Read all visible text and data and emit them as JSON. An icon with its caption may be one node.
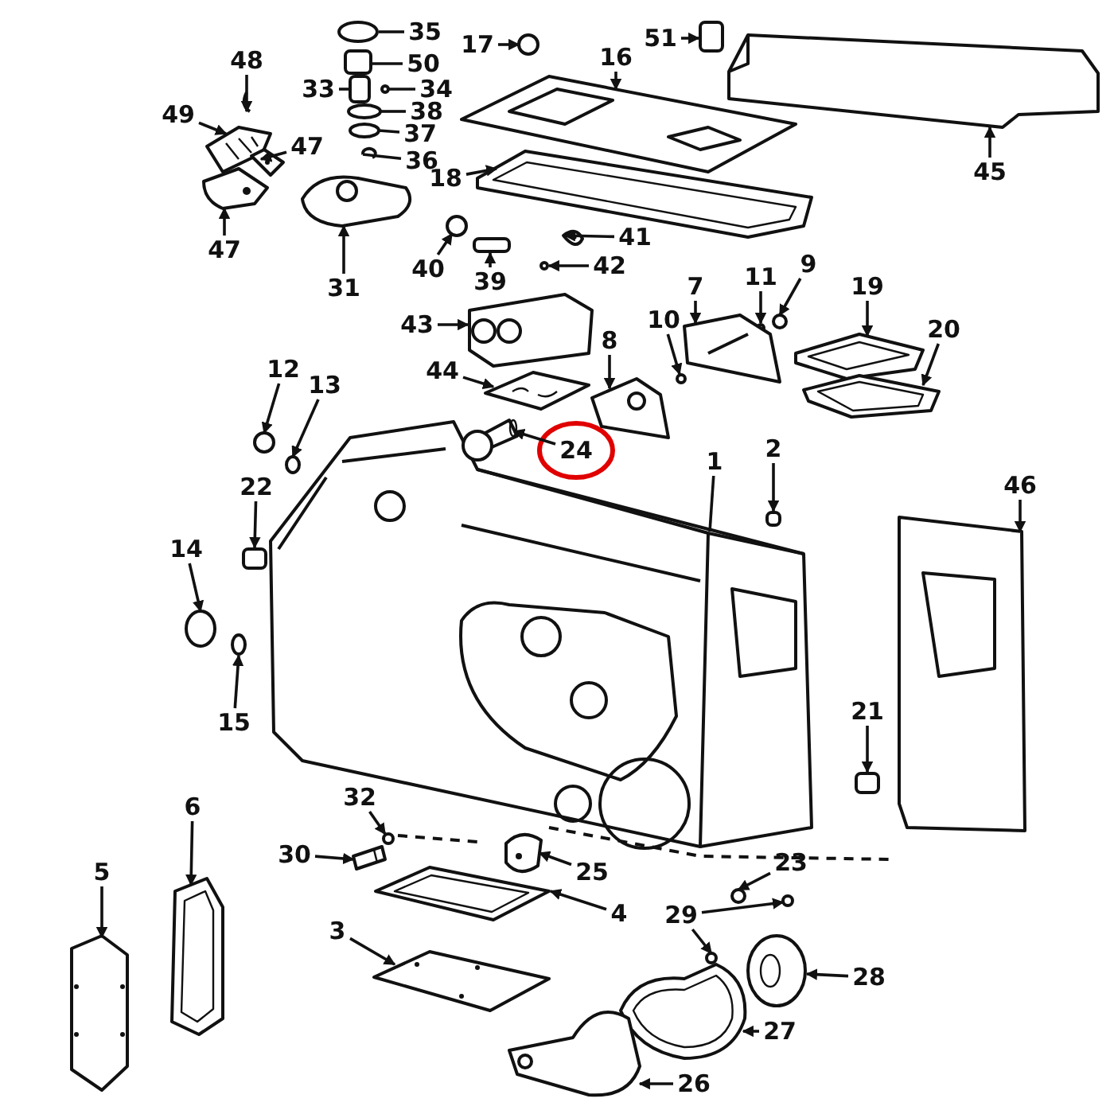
{
  "diagram": {
    "nodes": [
      {
        "text": [
          "35"
        ]
      },
      {
        "text": [
          "17"
        ]
      },
      {
        "text": [
          "51"
        ]
      },
      {
        "text": [
          "16"
        ]
      },
      {
        "text": [
          "50"
        ]
      },
      {
        "text": [
          "48"
        ]
      },
      {
        "text": [
          "33"
        ]
      },
      {
        "text": [
          "34"
        ]
      },
      {
        "text": [
          "49"
        ]
      },
      {
        "text": [
          "38"
        ]
      },
      {
        "text": [
          "37"
        ]
      },
      {
        "text": [
          "47"
        ]
      },
      {
        "text": [
          "36"
        ]
      },
      {
        "text": [
          "18"
        ]
      },
      {
        "text": [
          "45"
        ]
      },
      {
        "text": [
          "47"
        ]
      },
      {
        "text": [
          "41"
        ]
      },
      {
        "text": [
          "42"
        ]
      },
      {
        "text": [
          "40"
        ]
      },
      {
        "text": [
          "39"
        ]
      },
      {
        "text": [
          "31"
        ]
      },
      {
        "text": [
          "9"
        ]
      },
      {
        "text": [
          "11"
        ]
      },
      {
        "text": [
          "7"
        ]
      },
      {
        "text": [
          "19"
        ]
      },
      {
        "text": [
          "10"
        ]
      },
      {
        "text": [
          "43"
        ]
      },
      {
        "text": [
          "8"
        ]
      },
      {
        "text": [
          "20"
        ]
      },
      {
        "text": [
          "44"
        ]
      },
      {
        "text": [
          "12"
        ]
      },
      {
        "text": [
          "13"
        ]
      },
      {
        "text": [
          "24"
        ]
      },
      {
        "text": [
          "2"
        ]
      },
      {
        "text": [
          "1"
        ]
      },
      {
        "text": [
          "22"
        ]
      },
      {
        "text": [
          "46"
        ]
      },
      {
        "text": [
          "14"
        ]
      },
      {
        "text": [
          "21"
        ]
      },
      {
        "text": [
          "15"
        ]
      },
      {
        "text": [
          "32"
        ]
      },
      {
        "text": [
          "6"
        ]
      },
      {
        "text": [
          "30"
        ]
      },
      {
        "text": [
          "25"
        ]
      },
      {
        "text": [
          "23"
        ]
      },
      {
        "text": [
          "5"
        ]
      },
      {
        "text": [
          "4"
        ]
      },
      {
        "text": [
          "29"
        ]
      },
      {
        "text": [
          "3"
        ]
      },
      {
        "text": [
          "28"
        ]
      },
      {
        "text": [
          "27"
        ]
      },
      {
        "text": [
          "26"
        ]
      },
      {
        "text": [],
        "shape": "circle"
      },
      {
        "text": [],
        "shape": "circle"
      },
      {
        "text": [],
        "shape": "box"
      },
      {
        "text": [],
        "shape": "picture"
      },
      {
        "text": [],
        "shape": "box"
      },
      {
        "text": [],
        "shape": "picture"
      },
      {
        "text": [],
        "shape": "box"
      },
      {
        "text": [],
        "shape": "circle"
      },
      {
        "text": [],
        "shape": "picture"
      },
      {
        "text": [],
        "shape": "circle"
      },
      {
        "text": [],
        "shape": "circle"
      },
      {
        "text": [],
        "shape": "picture"
      },
      {
        "text": [],
        "shape": "picture"
      },
      {
        "text": [],
        "shape": "picture"
      },
      {
        "text": [],
        "shape": "picture"
      },
      {
        "text": [],
        "shape": "picture"
      },
      {
        "text": [],
        "shape": "picture"
      },
      {
        "text": [],
        "shape": "circle"
      },
      {
        "text": [],
        "shape": "circle"
      },
      {
        "text": [],
        "shape": "box"
      },
      {
        "text": [],
        "shape": "picture"
      },
      {
        "text": [],
        "shape": "circle"
      },
      {
        "text": [],
        "shape": "circle"
      },
      {
        "text": [],
        "shape": "picture"
      },
      {
        "text": [],
        "shape": "picture"
      },
      {
        "text": [],
        "shape": "circle"
      },
      {
        "text": [],
        "shape": "picture"
      },
      {
        "text": [],
        "shape": "picture"
      },
      {
        "text": [],
        "shape": "picture"
      },
      {
        "text": [],
        "shape": "picture"
      },
      {
        "text": [],
        "shape": "circle"
      },
      {
        "text": [],
        "shape": "circle"
      },
      {
        "text": [],
        "shape": "picture"
      },
      {
        "text": [],
        "shape": "box"
      },
      {
        "text": [],
        "shape": "picture"
      },
      {
        "text": [],
        "shape": "box"
      },
      {
        "text": [],
        "shape": "picture"
      },
      {
        "text": [],
        "shape": "circle"
      },
      {
        "text": [],
        "shape": "box"
      },
      {
        "text": [],
        "shape": "circle"
      },
      {
        "text": [],
        "shape": "circle"
      },
      {
        "text": [],
        "shape": "picture"
      },
      {
        "text": [],
        "shape": "picture"
      },
      {
        "text": [],
        "shape": "picture"
      },
      {
        "text": [],
        "shape": "circle"
      },
      {
        "text": [],
        "shape": "picture"
      },
      {
        "text": [],
        "shape": "picture"
      },
      {
        "text": [],
        "shape": "circle"
      },
      {
        "text": [],
        "shape": "circle"
      },
      {
        "text": [],
        "shape": "picture"
      },
      {
        "text": [],
        "shape": "picture"
      },
      {
        "text": [],
        "shape": "picture"
      },
      {
        "text": [],
        "shape": "picture"
      }
    ],
    "edges": [
      {
        "from": 0,
        "to": 52,
        "arrow": "none"
      },
      {
        "from": 1,
        "to": 53,
        "arrow": "to"
      },
      {
        "from": 2,
        "to": 54,
        "arrow": "to"
      },
      {
        "from": 3,
        "to": 55,
        "arrow": "to"
      },
      {
        "from": 4,
        "to": 56,
        "arrow": "none"
      },
      {
        "from": 5,
        "to": 57,
        "arrow": "to"
      },
      {
        "from": 6,
        "to": 58,
        "arrow": "none"
      },
      {
        "from": 7,
        "to": 59,
        "arrow": "none"
      },
      {
        "from": 8,
        "to": 60,
        "arrow": "to"
      },
      {
        "from": 9,
        "to": 61,
        "arrow": "none"
      },
      {
        "from": 10,
        "to": 62,
        "arrow": "none"
      },
      {
        "from": 11,
        "to": 63,
        "arrow": "to"
      },
      {
        "from": 12,
        "to": 64,
        "arrow": "none"
      },
      {
        "from": 13,
        "to": 65,
        "arrow": "to"
      },
      {
        "from": 14,
        "to": 66,
        "arrow": "to"
      },
      {
        "from": 15,
        "to": 67,
        "arrow": "to"
      },
      {
        "from": 16,
        "to": 68,
        "arrow": "to"
      },
      {
        "from": 17,
        "to": 69,
        "arrow": "to"
      },
      {
        "from": 18,
        "to": 70,
        "arrow": "to"
      },
      {
        "from": 19,
        "to": 71,
        "arrow": "to"
      },
      {
        "from": 20,
        "to": 72,
        "arrow": "to"
      },
      {
        "from": 21,
        "to": 73,
        "arrow": "to"
      },
      {
        "from": 22,
        "to": 74,
        "arrow": "to"
      },
      {
        "from": 23,
        "to": 75,
        "arrow": "to"
      },
      {
        "from": 24,
        "to": 76,
        "arrow": "to"
      },
      {
        "from": 25,
        "to": 77,
        "arrow": "to"
      },
      {
        "from": 26,
        "to": 78,
        "arrow": "to"
      },
      {
        "from": 27,
        "to": 79,
        "arrow": "to"
      },
      {
        "from": 28,
        "to": 80,
        "arrow": "to"
      },
      {
        "from": 29,
        "to": 81,
        "arrow": "to"
      },
      {
        "from": 30,
        "to": 82,
        "arrow": "to"
      },
      {
        "from": 31,
        "to": 83,
        "arrow": "to"
      },
      {
        "from": 32,
        "to": 84,
        "arrow": "to"
      },
      {
        "from": 33,
        "to": 85,
        "arrow": "to"
      },
      {
        "from": 34,
        "to": 86,
        "arrow": "none"
      },
      {
        "from": 35,
        "to": 87,
        "arrow": "to"
      },
      {
        "from": 36,
        "to": 88,
        "arrow": "to"
      },
      {
        "from": 37,
        "to": 89,
        "arrow": "to"
      },
      {
        "from": 38,
        "to": 90,
        "arrow": "to"
      },
      {
        "from": 39,
        "to": 91,
        "arrow": "to"
      },
      {
        "from": 40,
        "to": 92,
        "arrow": "to"
      },
      {
        "from": 41,
        "to": 93,
        "arrow": "to"
      },
      {
        "from": 42,
        "to": 94,
        "arrow": "to"
      },
      {
        "from": 43,
        "to": 95,
        "arrow": "to"
      },
      {
        "from": 44,
        "to": 96,
        "arrow": "to"
      },
      {
        "from": 45,
        "to": 97,
        "arrow": "to"
      },
      {
        "from": 46,
        "to": 98,
        "arrow": "to"
      },
      {
        "from": 47,
        "to": 99,
        "arrow": "to"
      },
      {
        "from": 47,
        "to": 100,
        "arrow": "to"
      },
      {
        "from": 48,
        "to": 101,
        "arrow": "to"
      },
      {
        "from": 49,
        "to": 102,
        "arrow": "to"
      },
      {
        "from": 50,
        "to": 103,
        "arrow": "to"
      },
      {
        "from": 51,
        "to": 104,
        "arrow": "to"
      }
    ]
  }
}
